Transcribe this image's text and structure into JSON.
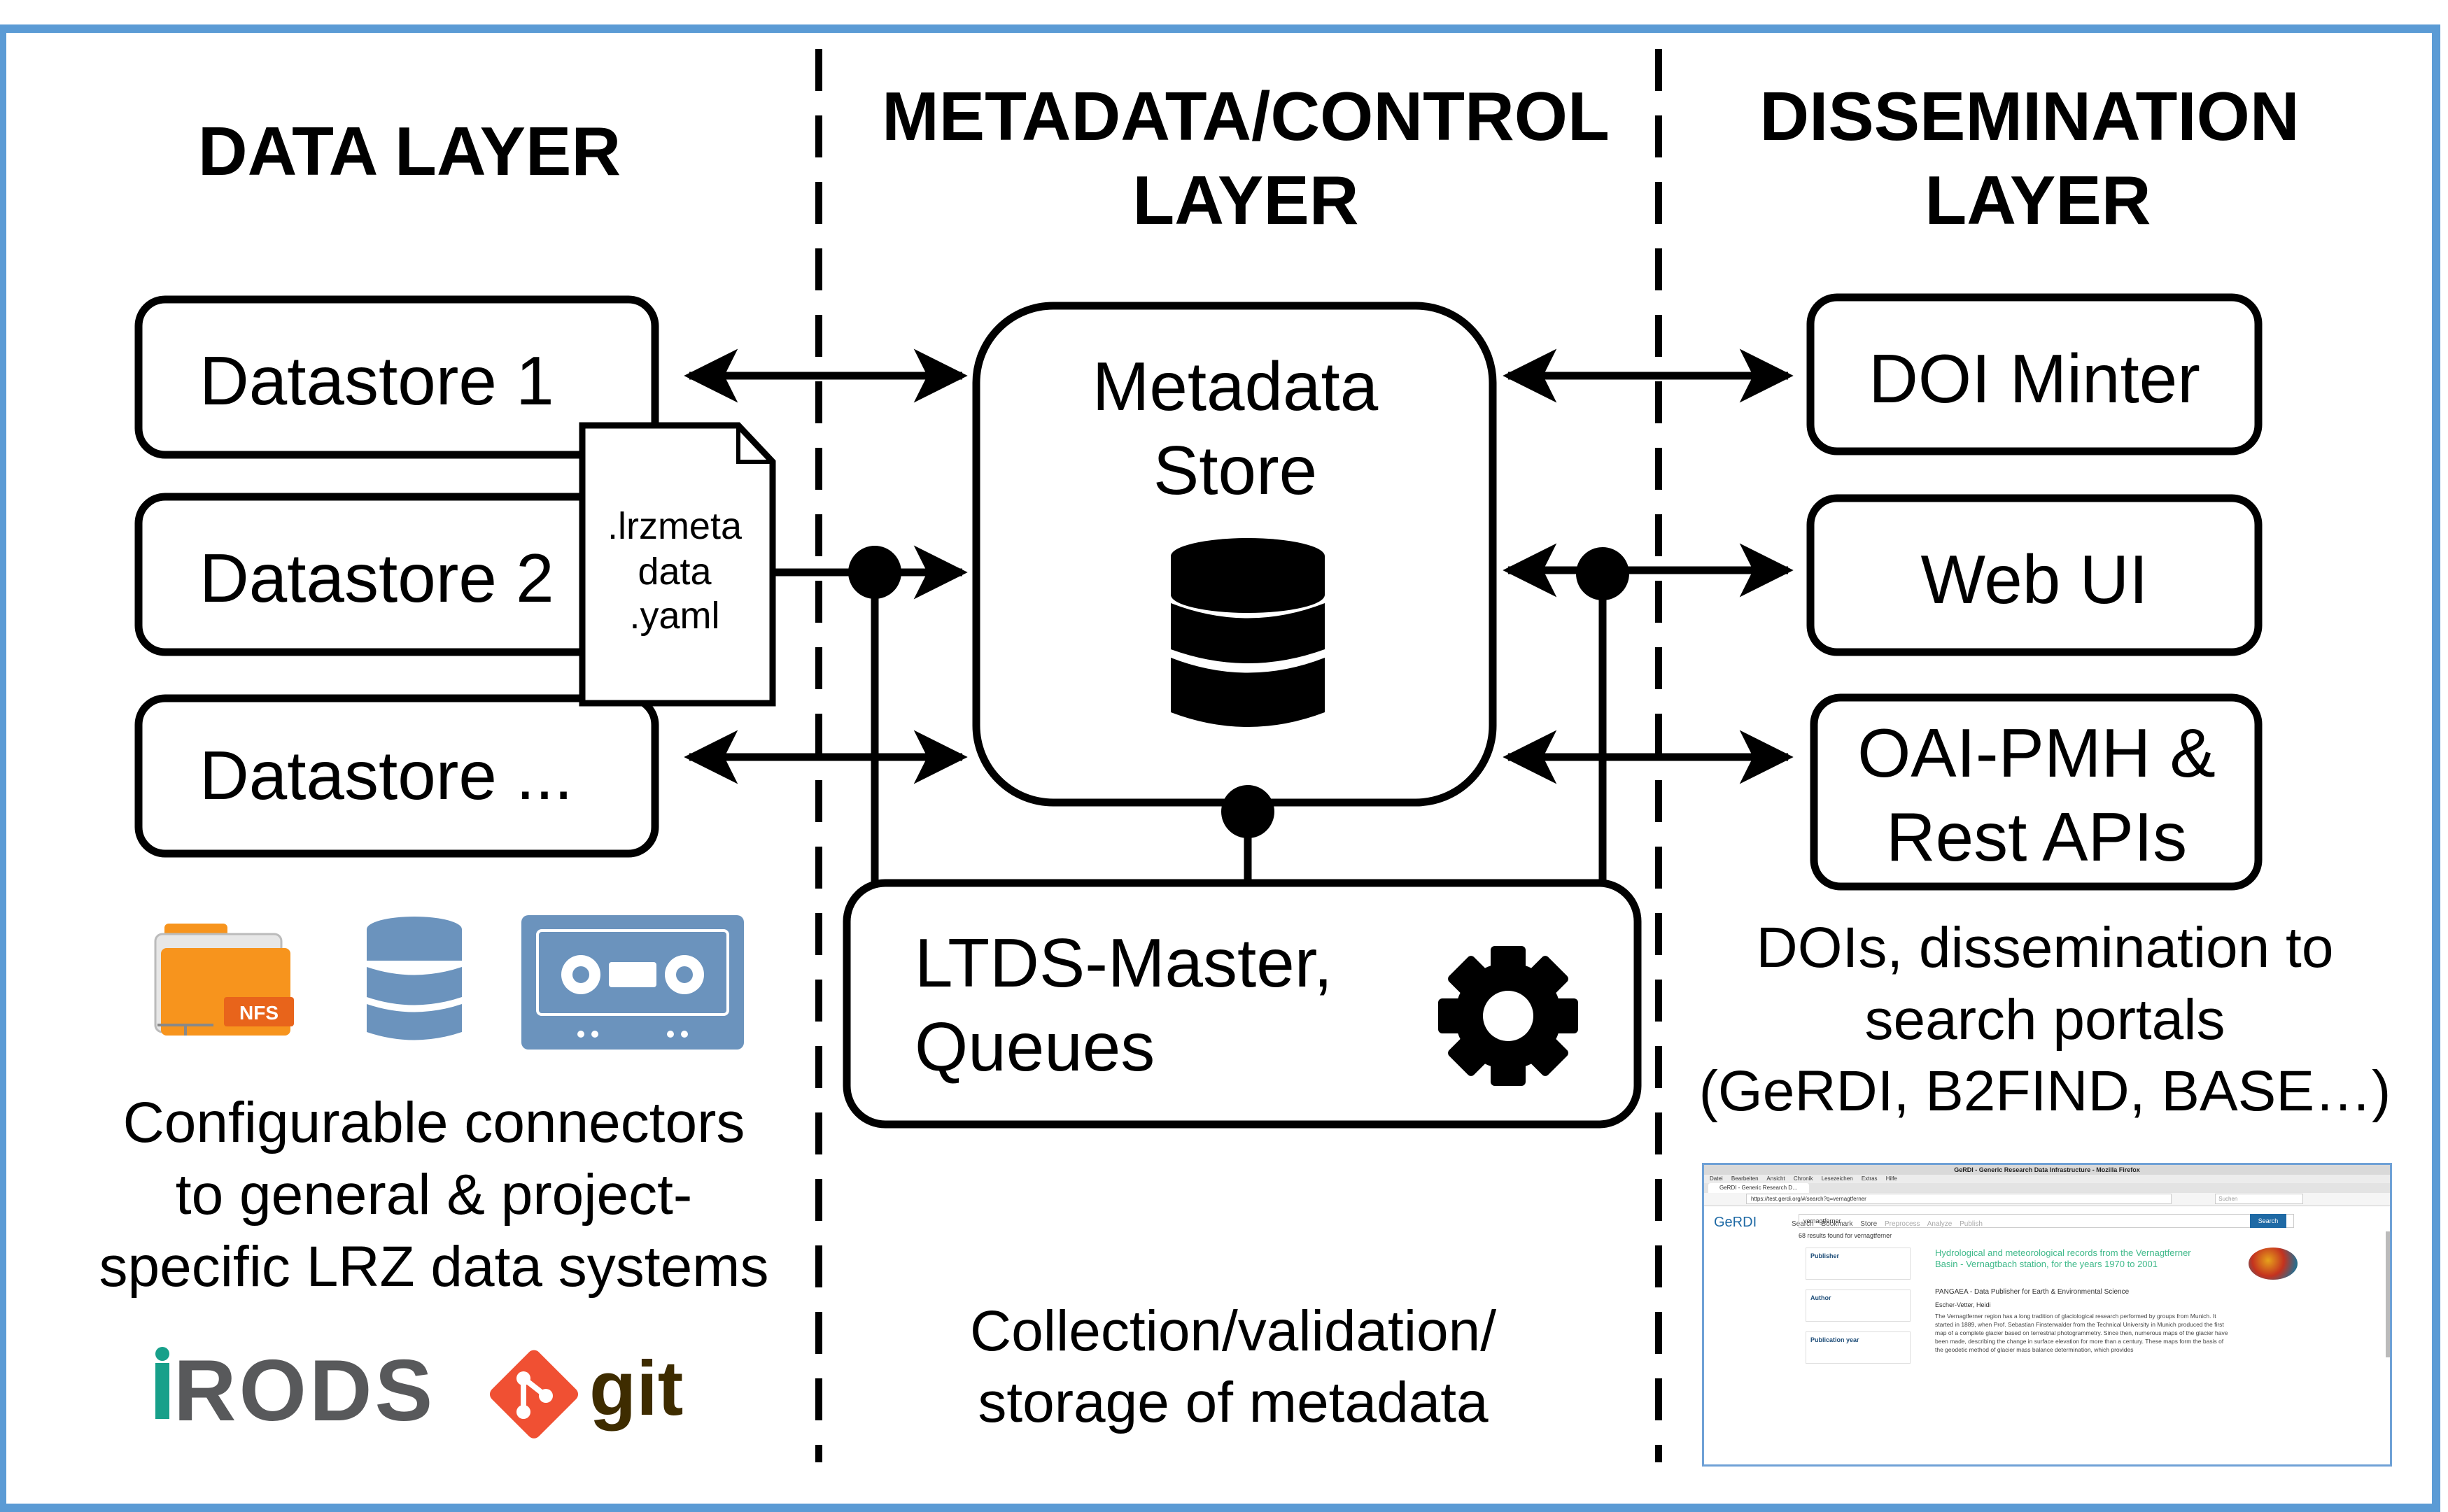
{
  "columns": {
    "data": {
      "title": "DATA LAYER"
    },
    "metadata": {
      "title_line1": "METADATA/CONTROL",
      "title_line2": "LAYER"
    },
    "dissemination": {
      "title_line1": "DISSEMINATION",
      "title_line2": "LAYER"
    }
  },
  "datastores": [
    "Datastore 1",
    "Datastore 2",
    "Datastore ..."
  ],
  "meta_file": {
    "line1": ".lrzmeta",
    "line2": "data",
    "line3": ".yaml"
  },
  "metadata_store": {
    "line1": "Metadata",
    "line2": "Store"
  },
  "ltds_master": {
    "line1": "LTDS-Master,",
    "line2": "Queues"
  },
  "dissemination_boxes": {
    "doi": "DOI Minter",
    "webui": "Web UI",
    "oai_line1": "OAI-PMH &",
    "oai_line2": "Rest APIs"
  },
  "captions": {
    "data": [
      "Configurable connectors",
      "to general & project-",
      "specific LRZ data systems"
    ],
    "metadata": [
      "Collection/validation/",
      "storage of metadata"
    ],
    "dissemination": [
      "DOIs, dissemination to",
      "search portals",
      "(GeRDI, B2FIND, BASE…)"
    ]
  },
  "icons": {
    "folder_badge": "NFS",
    "folder_icon": "nfs-folder-icon",
    "database_icon": "database-icon",
    "tape_icon": "tape-cassette-icon",
    "gear_icon": "gear-icon"
  },
  "logos": {
    "irods": "iRODS",
    "git": "git"
  },
  "colors": {
    "frame": "#5b9bd5",
    "folder_orange": "#f7941d",
    "icon_blue": "#6b93bd",
    "irods_teal": "#17a08a",
    "irods_gray": "#58595b",
    "git_orange": "#f05033",
    "git_brown": "#3e2c00"
  },
  "screenshot": {
    "window_title": "GeRDI - Generic Research Data Infrastructure - Mozilla Firefox",
    "menu": [
      "Datei",
      "Bearbeiten",
      "Ansicht",
      "Chronik",
      "Lesezeichen",
      "Extras",
      "Hilfe"
    ],
    "tab_label": "GeRDI - Generic Research D…",
    "url": "https://test.gerdi.org/#/search?q=vernagtferner",
    "find_placeholder": "Suchen",
    "logo": "GeRDI",
    "nav": [
      "Search",
      "Bookmark",
      "Store"
    ],
    "nav_dim": [
      "Preprocess",
      "Analyze",
      "Publish"
    ],
    "query": "vernagtferner",
    "search_button": "Search",
    "results_count": "68 results found for vernagtferner",
    "facets": [
      "Publisher",
      "Author",
      "Publication year"
    ],
    "result_title": "Hydrological and meteorological records from the Vernagtferner Basin - Vernagtbach station, for the years 1970 to 2001",
    "result_publisher": "PANGAEA - Data Publisher for Earth & Environmental Science",
    "result_author": "Escher-Vetter, Heidi",
    "result_description": "The Vernagtferner region has a long tradition of glaciological research performed by groups from Munich. It started in 1889, when Prof. Sebastian Finsterwalder from the Technical University in Munich produced the first map of a complete glacier based on terrestrial photogrammetry. Since then, numerous maps of the glacier have been made, describing the change in surface elevation for more than a century. These maps form the basis of the geodetic method of glacier mass balance determination, which provides"
  }
}
